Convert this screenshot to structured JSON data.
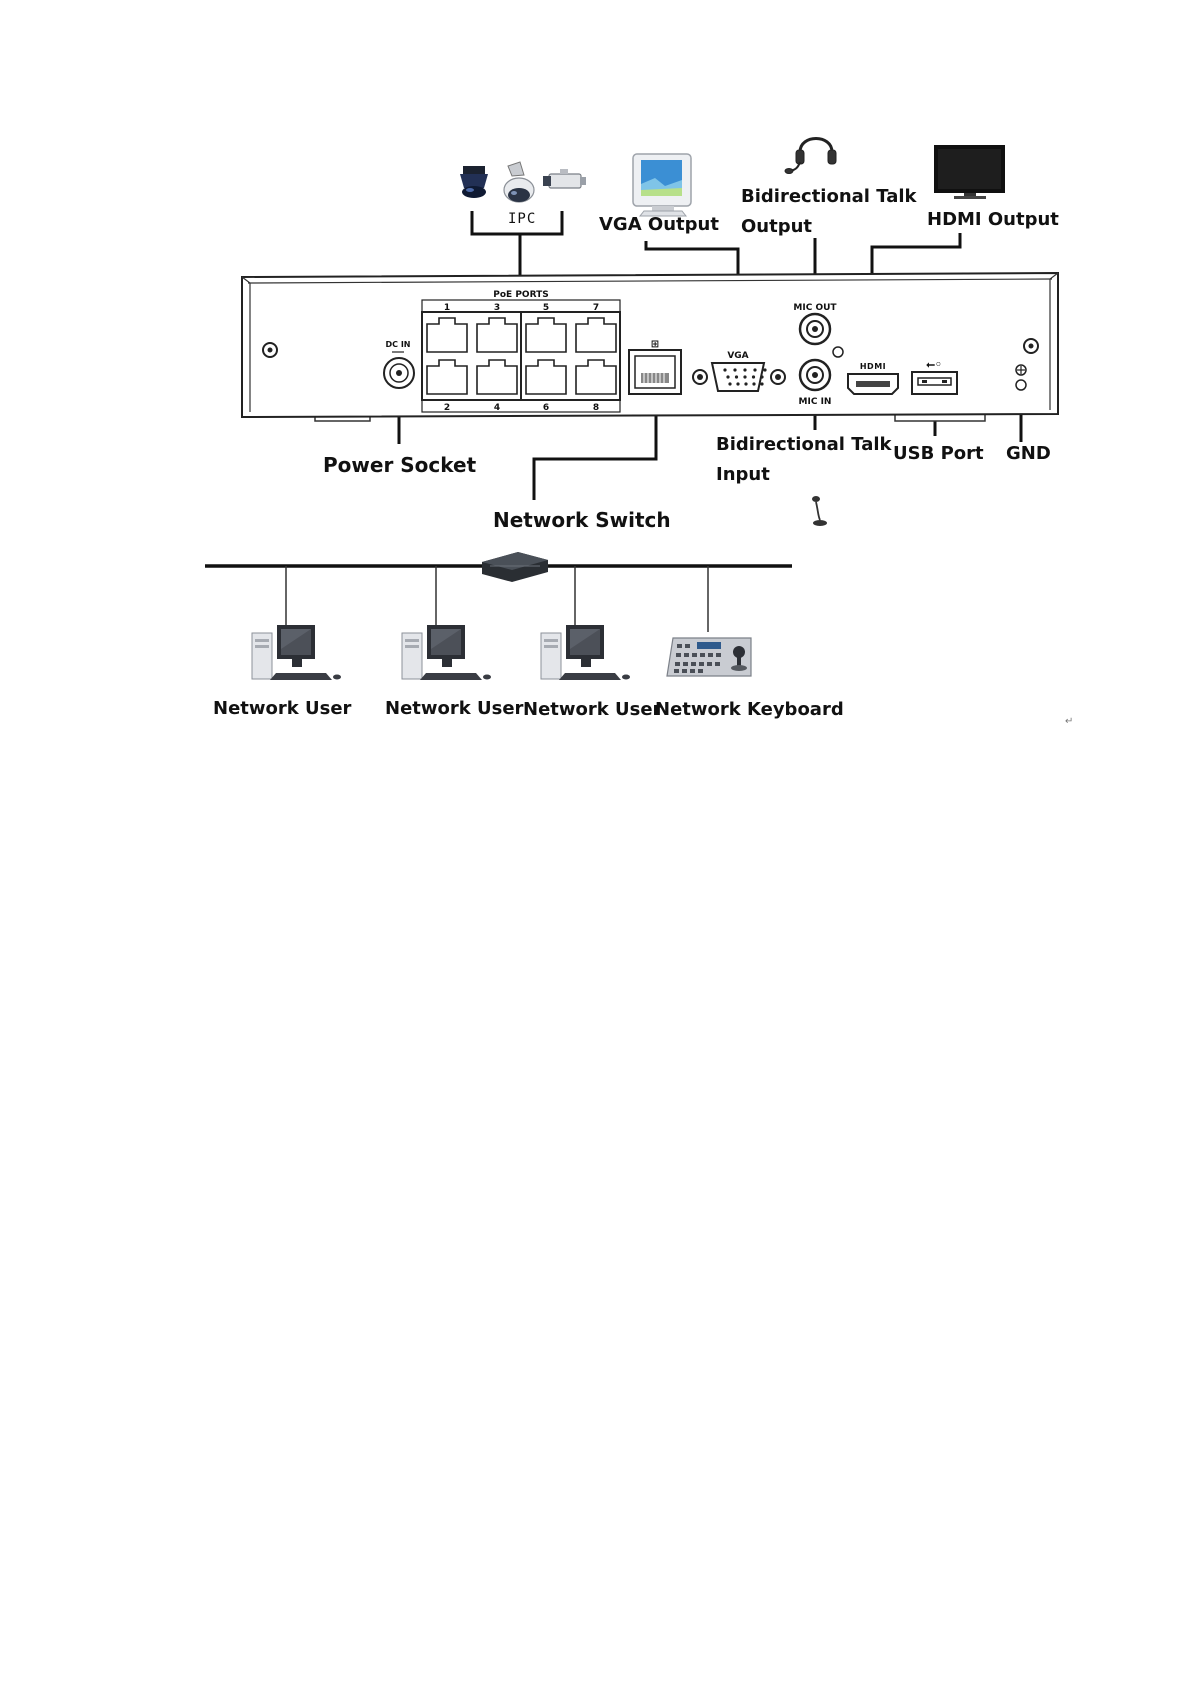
{
  "diagram": {
    "ipc_label": "IPC",
    "vga_output": "VGA Output",
    "talk_output_line1": "Bidirectional Talk",
    "talk_output_line2": "Output",
    "hdmi_output": "HDMI Output",
    "power_socket": "Power Socket",
    "talk_input_line1": "Bidirectional Talk",
    "talk_input_line2": "Input",
    "usb_port": "USB Port",
    "gnd": "GND",
    "network_switch": "Network Switch",
    "network_user_1": "Network User",
    "network_user_2": "Network User",
    "network_user_3": "Network User",
    "network_keyboard": "Network Keyboard",
    "panel": {
      "poe_ports": "PoE PORTS",
      "port_labels_top": [
        "1",
        "3",
        "5",
        "7"
      ],
      "port_labels_bottom": [
        "2",
        "4",
        "6",
        "8"
      ],
      "dc_in": "DC IN",
      "vga": "VGA",
      "mic_out": "MIC OUT",
      "mic_in": "MIC IN",
      "hdmi": "HDMI"
    }
  }
}
